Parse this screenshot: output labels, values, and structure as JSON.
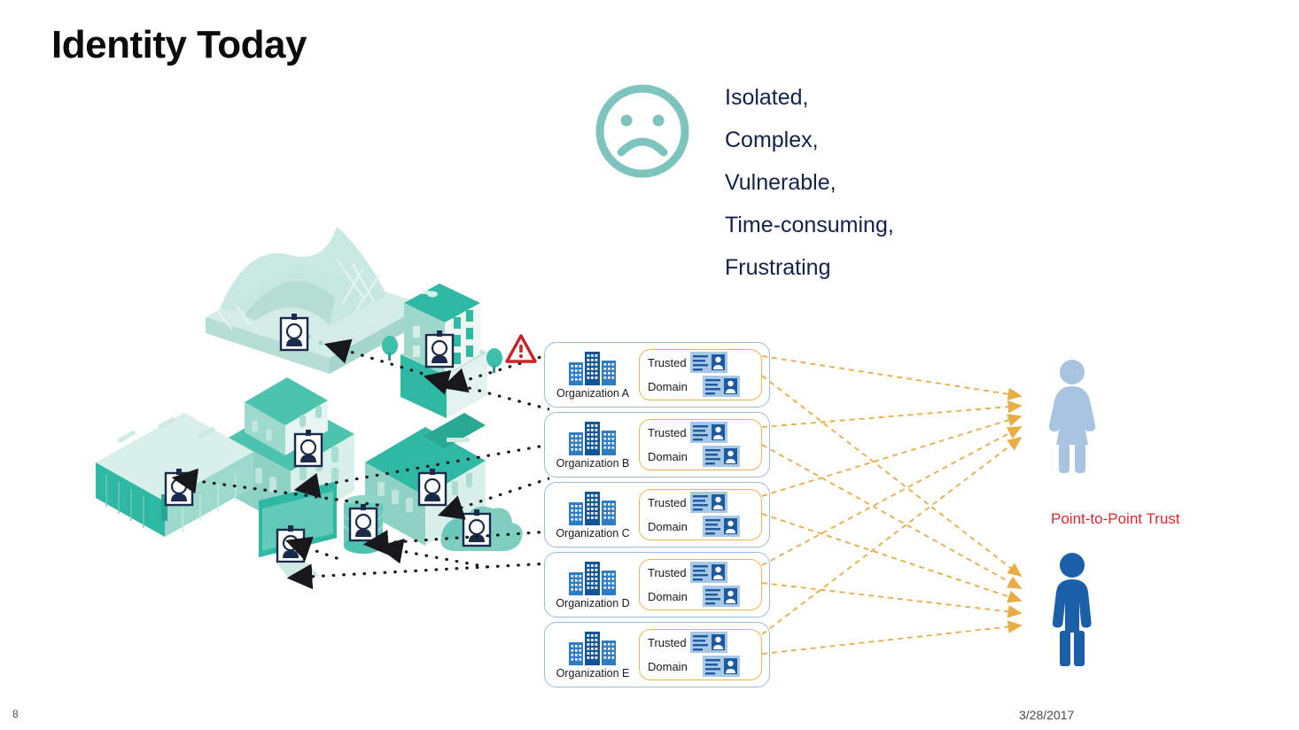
{
  "slide": {
    "title": "Identity Today",
    "number": "8",
    "date": "3/28/2017"
  },
  "mood": {
    "icon": "sad-face-icon",
    "color": "#7cc4bd",
    "adjectives": [
      "Isolated,",
      "Complex,",
      "Vulnerable,",
      "Time-consuming,",
      "Frustrating"
    ],
    "text_color": "#12224d"
  },
  "city": {
    "icon": "isometric-city-cluster",
    "accent": "#2fb8a4",
    "badge_icon": "id-badge-icon",
    "nodes": [
      {
        "name": "stadium-building",
        "badge": "id-badge-icon"
      },
      {
        "name": "office-building",
        "badge": "id-badge-icon"
      },
      {
        "name": "mansion-building",
        "badge": "id-badge-icon"
      },
      {
        "name": "courthouse-building",
        "badge": "id-badge-icon"
      },
      {
        "name": "retail-mall-building",
        "badge": "id-badge-icon"
      },
      {
        "name": "desktop-monitor",
        "badge": "id-badge-icon"
      },
      {
        "name": "database-cylinder",
        "badge": "id-badge-icon"
      },
      {
        "name": "cloud",
        "badge": "id-badge-icon"
      }
    ],
    "connector_style": "dotted-black-arrows"
  },
  "warning": {
    "icon": "warning-triangle-icon",
    "color": "#cc2229"
  },
  "organizations": {
    "domain_lines": [
      "Trusted",
      "Domain"
    ],
    "card_border": "#9dbcd8",
    "domain_border": "#e8b84b",
    "building_icon": "office-buildings-icon",
    "id_card_icon": "id-card-icon",
    "items": [
      {
        "label": "Organization A"
      },
      {
        "label": "Organization B"
      },
      {
        "label": "Organization C"
      },
      {
        "label": "Organization D"
      },
      {
        "label": "Organization E"
      }
    ]
  },
  "trust": {
    "label": "Point-to-Point Trust",
    "label_color": "#e8262b",
    "arrow_color": "#e9a83a",
    "arrow_style": "dashed",
    "arrow_count": 10,
    "targets": [
      {
        "name": "person-woman-icon",
        "color": "#a8c4e0"
      },
      {
        "name": "person-man-icon",
        "color": "#1a5fa8"
      }
    ]
  }
}
